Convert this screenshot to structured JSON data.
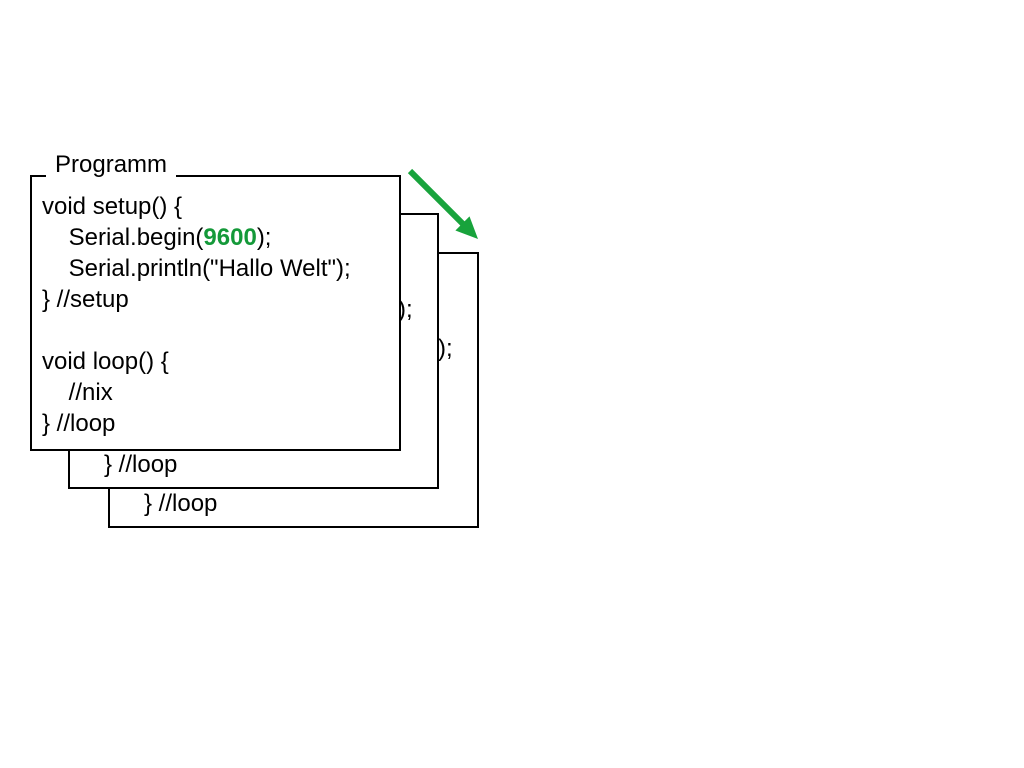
{
  "program": {
    "label": "Programm",
    "lines": [
      [
        {
          "t": "void setup() {"
        }
      ],
      [
        {
          "t": "    Serial.begin("
        },
        {
          "t": "9600",
          "c": "green"
        },
        {
          "t": ");"
        }
      ],
      [
        {
          "t": "    Serial.println(\"Hallo Welt\");"
        }
      ],
      [
        {
          "t": "} //setup"
        }
      ],
      [],
      [
        {
          "t": "void loop() {"
        }
      ],
      [
        {
          "t": "    //nix"
        }
      ],
      [
        {
          "t": "} //loop"
        }
      ]
    ]
  },
  "colors": {
    "background": "#ffffff",
    "text": "#000000",
    "box_border": "#000000",
    "code_green": "#149939",
    "arrow_green": "#18a33c"
  }
}
